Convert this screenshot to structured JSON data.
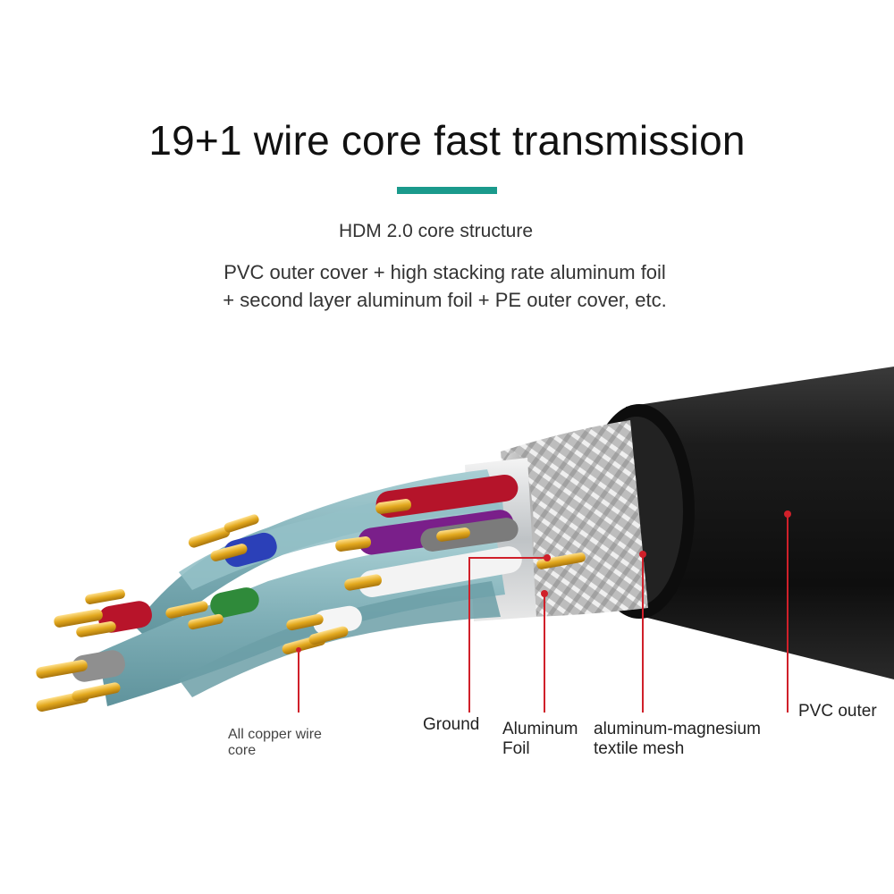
{
  "header": {
    "title": "19+1 wire core fast transmission",
    "subtitle": "HDM 2.0 core structure",
    "description_line1": "PVC outer cover + high stacking rate aluminum foil",
    "description_line2": "+ second layer aluminum foil + PE outer cover, etc."
  },
  "colors": {
    "accent": "#1a9a8c",
    "callout_line": "#d0202a",
    "jacket": "#151515",
    "inner_sheath": "#8fb8bf",
    "copper": "#e2a81e"
  },
  "callouts": {
    "copper_core_line1": "All copper wire",
    "copper_core_line2": "core",
    "ground": "Ground",
    "foil_line1": "Aluminum",
    "foil_line2": "Foil",
    "mesh_line1": "aluminum-magnesium",
    "mesh_line2": "textile mesh",
    "pvc_outer": "PVC outer"
  },
  "icons": {
    "illustration": "hdmi-cable-cross-section-illustration"
  }
}
